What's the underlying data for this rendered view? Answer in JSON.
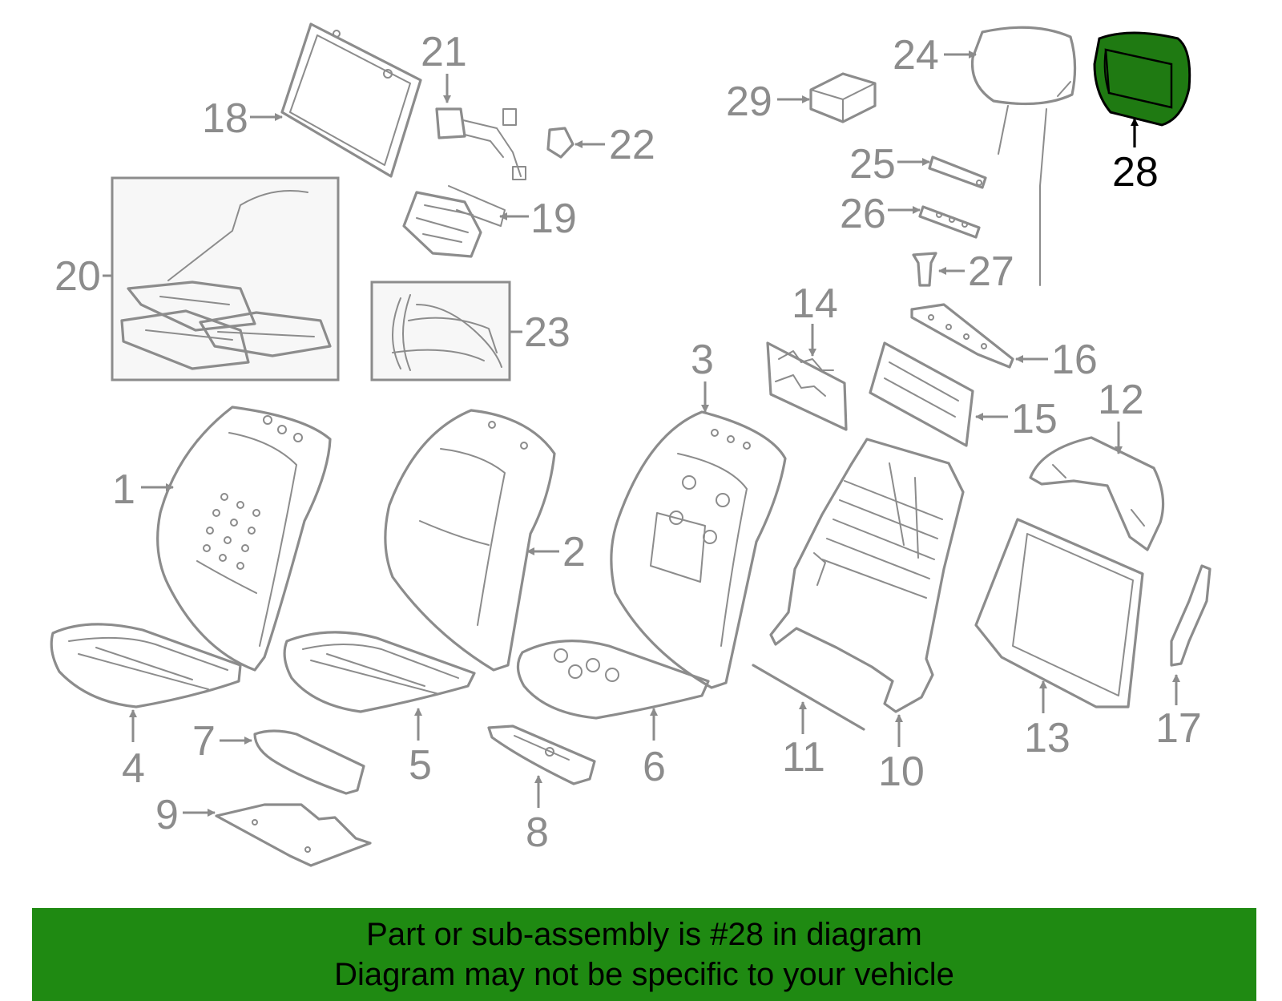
{
  "callouts": [
    {
      "id": "1",
      "label": "1"
    },
    {
      "id": "2",
      "label": "2"
    },
    {
      "id": "3",
      "label": "3"
    },
    {
      "id": "4",
      "label": "4"
    },
    {
      "id": "5",
      "label": "5"
    },
    {
      "id": "6",
      "label": "6"
    },
    {
      "id": "7",
      "label": "7"
    },
    {
      "id": "8",
      "label": "8"
    },
    {
      "id": "9",
      "label": "9"
    },
    {
      "id": "10",
      "label": "10"
    },
    {
      "id": "11",
      "label": "11"
    },
    {
      "id": "12",
      "label": "12"
    },
    {
      "id": "13",
      "label": "13"
    },
    {
      "id": "14",
      "label": "14"
    },
    {
      "id": "15",
      "label": "15"
    },
    {
      "id": "16",
      "label": "16"
    },
    {
      "id": "17",
      "label": "17"
    },
    {
      "id": "18",
      "label": "18"
    },
    {
      "id": "19",
      "label": "19"
    },
    {
      "id": "20",
      "label": "20"
    },
    {
      "id": "21",
      "label": "21"
    },
    {
      "id": "22",
      "label": "22"
    },
    {
      "id": "23",
      "label": "23"
    },
    {
      "id": "24",
      "label": "24"
    },
    {
      "id": "25",
      "label": "25"
    },
    {
      "id": "26",
      "label": "26"
    },
    {
      "id": "27",
      "label": "27"
    },
    {
      "id": "28",
      "label": "28"
    },
    {
      "id": "29",
      "label": "29"
    }
  ],
  "highlight": {
    "part_number": "28",
    "fill_color": "#1f7a12",
    "outline_color": "#000000"
  },
  "colors": {
    "line_gray": "#8c8c8c",
    "banner_green": "#1f8a12",
    "banner_text": "#000000"
  },
  "banner": {
    "line1": "Part or sub-assembly is #28 in diagram",
    "line2": "Diagram may not be specific to your vehicle"
  }
}
